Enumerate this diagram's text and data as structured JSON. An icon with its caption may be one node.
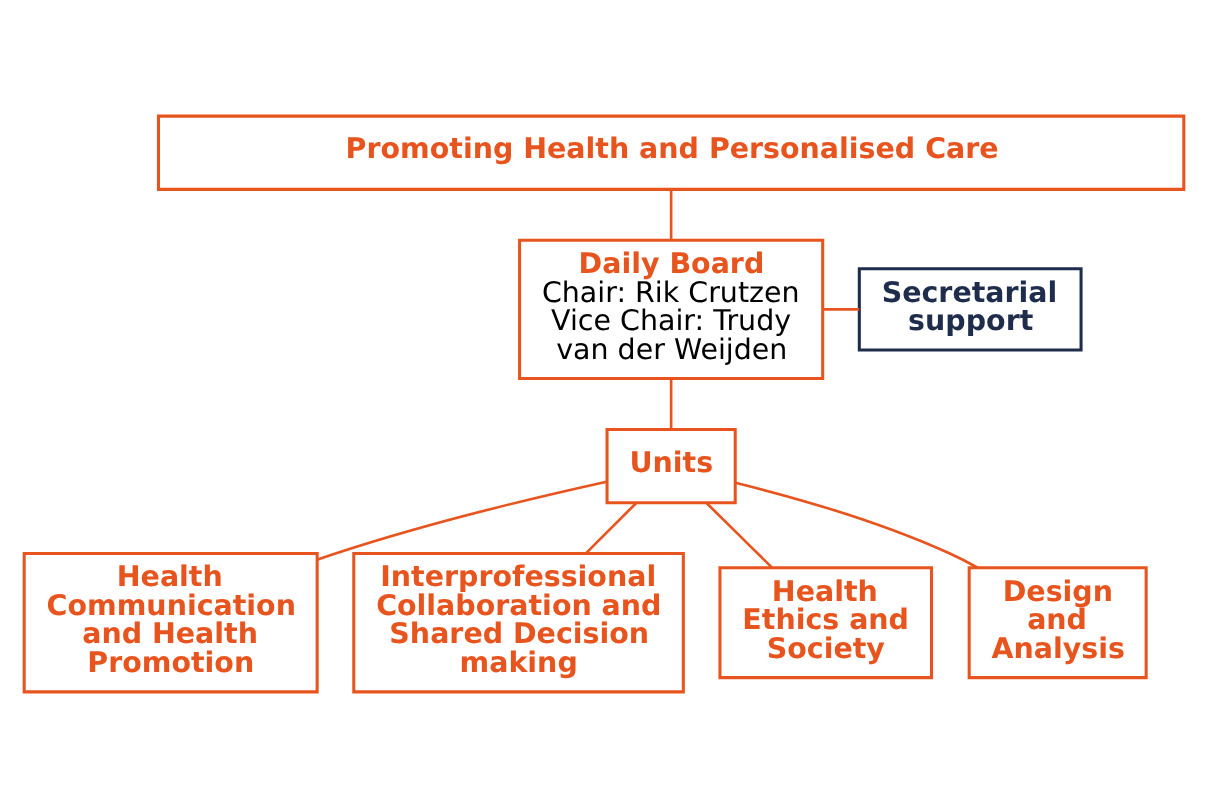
{
  "diagram": {
    "nodes": [
      {
        "text": [
          "Promoting Health and Personalised Care"
        ]
      },
      {
        "text": [
          "Daily Board",
          "Chair: Rik Crutzen",
          "Vice Chair: Trudy van der Weijden"
        ]
      },
      {
        "text": [
          "Secretarial support"
        ]
      },
      {
        "text": [
          "Units"
        ]
      },
      {
        "text": [
          "Health Communication and Health Promotion"
        ]
      },
      {
        "text": [
          "Interprofessional Collaboration and Shared Decision making"
        ]
      },
      {
        "text": [
          "Health Ethics and Society"
        ]
      },
      {
        "text": [
          "Design and Analysis"
        ]
      }
    ],
    "edges": [
      {
        "from": 0,
        "to": 1,
        "arrow": "none"
      },
      {
        "from": 2,
        "to": 1,
        "arrow": "none"
      },
      {
        "from": 1,
        "to": 3,
        "arrow": "none"
      },
      {
        "from": 3,
        "to": 4,
        "arrow": "none"
      },
      {
        "from": 3,
        "to": 5,
        "arrow": "none"
      },
      {
        "from": 3,
        "to": 6,
        "arrow": "none"
      },
      {
        "from": 3,
        "to": 7,
        "arrow": "none"
      }
    ]
  }
}
